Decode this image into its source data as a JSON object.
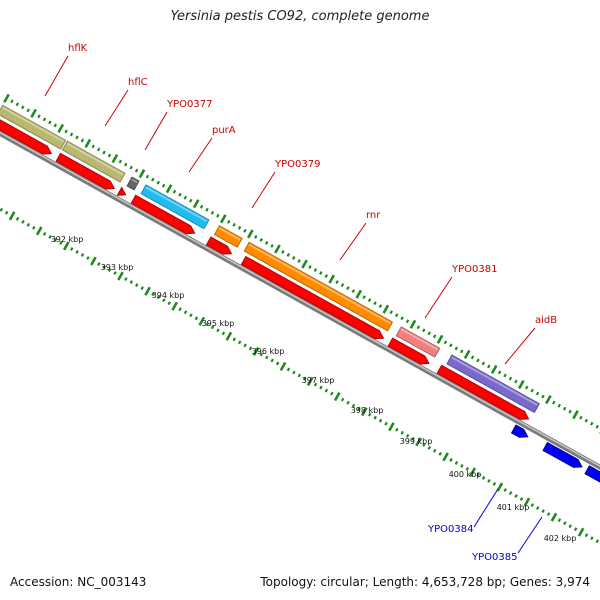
{
  "title": "Yersinia pestis CO92, complete genome",
  "footer": {
    "accession": "Accession: NC_003143",
    "topology": "Topology: circular; Length: 4,653,728 bp; Genes: 3,974"
  },
  "colors": {
    "background": "#ffffff",
    "backbone": "#9a9a9a",
    "tick": "#1f8a1f",
    "label_red": "#cc0000",
    "label_blue": "#0000cc",
    "cds_forward": "#ff0000",
    "cds_reverse": "#0000ee"
  },
  "kbp_labels": [
    "392 kbp",
    "393 kbp",
    "394 kbp",
    "395 kbp",
    "396 kbp",
    "397 kbp",
    "398 kbp",
    "399 kbp",
    "400 kbp",
    "401 kbp",
    "402 kbp"
  ],
  "genes": [
    {
      "name": "hflK",
      "category_color": "#b8b86e",
      "label_color": "#cc0000"
    },
    {
      "name": "hflC",
      "category_color": "#b8b86e",
      "label_color": "#cc0000"
    },
    {
      "name": "YPO0377",
      "category_color": "#666666",
      "label_color": "#cc0000"
    },
    {
      "name": "purA",
      "category_color": "#22bbee",
      "label_color": "#cc0000"
    },
    {
      "name": "YPO0379",
      "category_color": "#ff8c00",
      "label_color": "#cc0000"
    },
    {
      "name": "rnr",
      "category_color": "#ff8c00",
      "label_color": "#cc0000"
    },
    {
      "name": "YPO0381",
      "category_color": "#f08080",
      "label_color": "#cc0000"
    },
    {
      "name": "aidB",
      "category_color": "#7b68cc",
      "label_color": "#cc0000"
    },
    {
      "name": "YPO0384",
      "category_color": "",
      "label_color": "#0000cc"
    },
    {
      "name": "YPO0385",
      "category_color": "",
      "label_color": "#0000cc"
    }
  ]
}
